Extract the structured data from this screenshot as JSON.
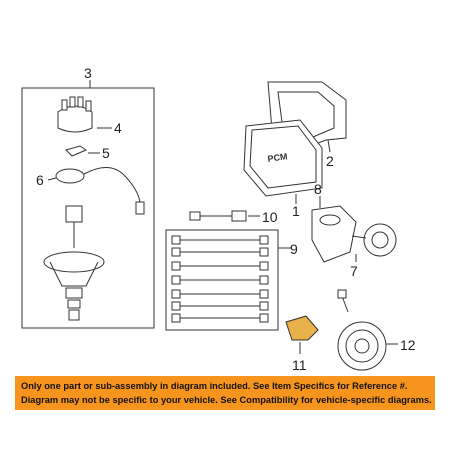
{
  "callouts": {
    "c1": "1",
    "c2": "2",
    "c3": "3",
    "c4": "4",
    "c5": "5",
    "c6": "6",
    "c7": "7",
    "c8": "8",
    "c9": "9",
    "c10": "10",
    "c11": "11",
    "c12": "12"
  },
  "module_label": "PCM",
  "notice": {
    "line1": "Only one part or sub-assembly in diagram included. See Item Specifics for Reference #.",
    "line2": "Diagram may not be specific to your vehicle. See Compatibility for vehicle-specific diagrams."
  },
  "colors": {
    "notice_bg": "#f7941d",
    "line": "#333333"
  }
}
